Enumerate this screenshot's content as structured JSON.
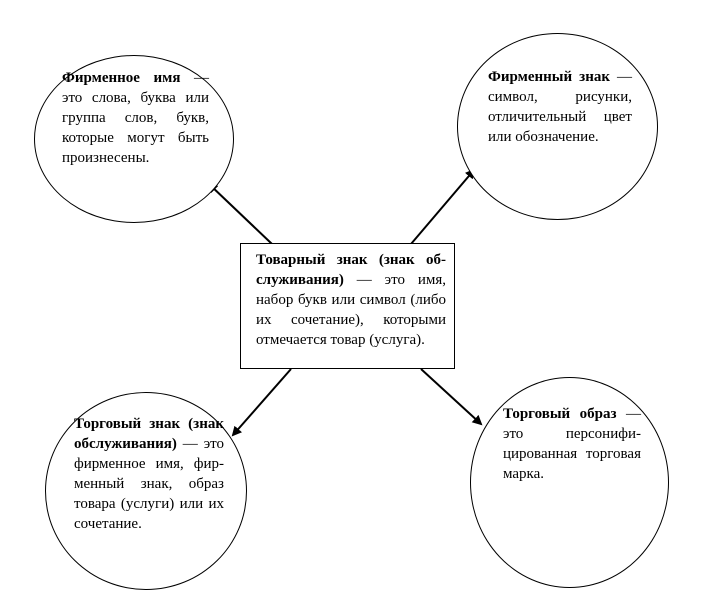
{
  "center": {
    "title": "Товарный знак (знак об­служивания)",
    "text": " — это имя, набор букв или символ (либо их сочетание), кото­рыми отмечается товар (услуга)."
  },
  "top_left": {
    "title": "Фирменное имя",
    "text": " — это слова, буква или группа слов, букв, которые мо­гут быть произне­сены."
  },
  "top_right": {
    "title": "Фирменный знак",
    "text": " — символ, рисун­ки, отличительный цвет или обозна­чение."
  },
  "bottom_left": {
    "title": "Торговый знак (знак обслужива­ния)",
    "text": " — это фир­менное имя, фир­менный знак, образ товара (услуги) или их сочетание."
  },
  "bottom_right": {
    "title": "Торговый образ",
    "text": " — это персонифи­цированная торго­вая марка."
  }
}
